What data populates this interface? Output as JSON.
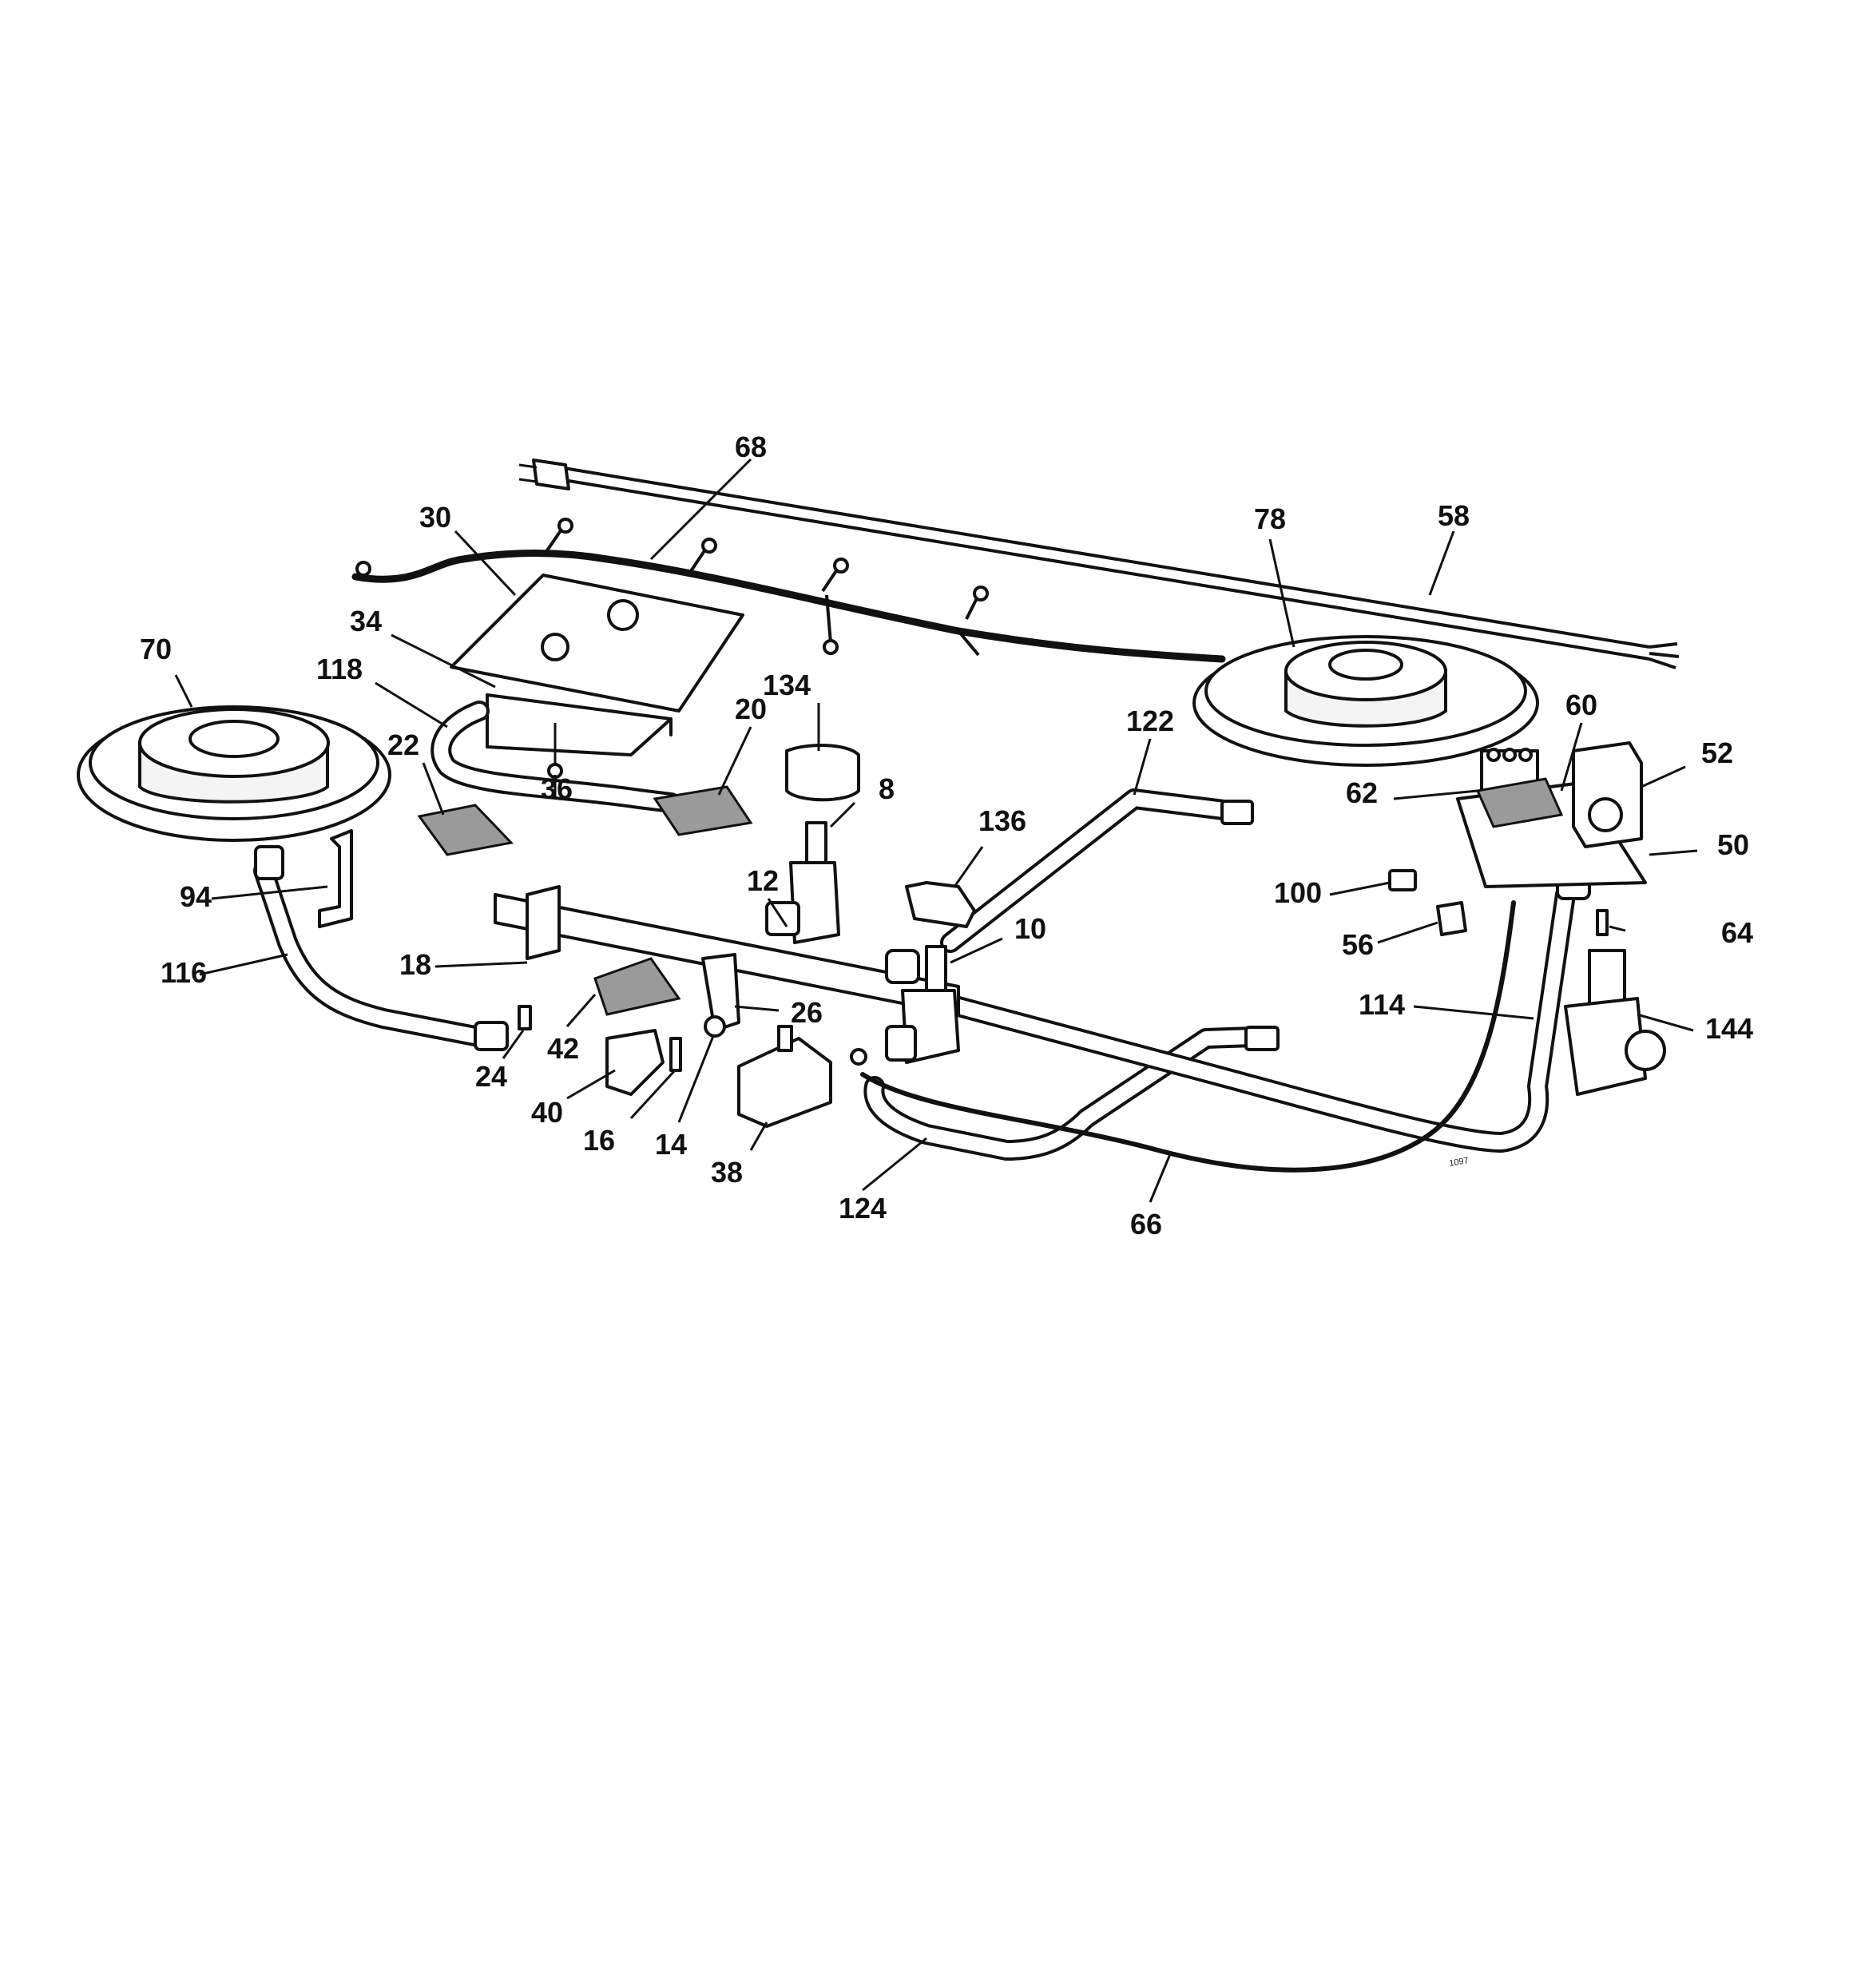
{
  "diagram": {
    "type": "exploded-parts-diagram",
    "line_color": "#111111",
    "background": "#ffffff",
    "stamp": "1097",
    "callouts": [
      {
        "label": "68",
        "name": "callout-68"
      },
      {
        "label": "30",
        "name": "callout-30"
      },
      {
        "label": "78",
        "name": "callout-78"
      },
      {
        "label": "58",
        "name": "callout-58"
      },
      {
        "label": "34",
        "name": "callout-34"
      },
      {
        "label": "70",
        "name": "callout-70"
      },
      {
        "label": "118",
        "name": "callout-118"
      },
      {
        "label": "134",
        "name": "callout-134"
      },
      {
        "label": "20",
        "name": "callout-20"
      },
      {
        "label": "122",
        "name": "callout-122"
      },
      {
        "label": "60",
        "name": "callout-60"
      },
      {
        "label": "22",
        "name": "callout-22"
      },
      {
        "label": "36",
        "name": "callout-36"
      },
      {
        "label": "8",
        "name": "callout-8"
      },
      {
        "label": "52",
        "name": "callout-52"
      },
      {
        "label": "62",
        "name": "callout-62"
      },
      {
        "label": "136",
        "name": "callout-136"
      },
      {
        "label": "50",
        "name": "callout-50"
      },
      {
        "label": "94",
        "name": "callout-94"
      },
      {
        "label": "12",
        "name": "callout-12"
      },
      {
        "label": "100",
        "name": "callout-100"
      },
      {
        "label": "10",
        "name": "callout-10"
      },
      {
        "label": "64",
        "name": "callout-64"
      },
      {
        "label": "56",
        "name": "callout-56"
      },
      {
        "label": "116",
        "name": "callout-116"
      },
      {
        "label": "18",
        "name": "callout-18"
      },
      {
        "label": "26",
        "name": "callout-26"
      },
      {
        "label": "114",
        "name": "callout-114"
      },
      {
        "label": "144",
        "name": "callout-144"
      },
      {
        "label": "42",
        "name": "callout-42"
      },
      {
        "label": "24",
        "name": "callout-24"
      },
      {
        "label": "40",
        "name": "callout-40"
      },
      {
        "label": "16",
        "name": "callout-16"
      },
      {
        "label": "14",
        "name": "callout-14"
      },
      {
        "label": "38",
        "name": "callout-38"
      },
      {
        "label": "124",
        "name": "callout-124"
      },
      {
        "label": "66",
        "name": "callout-66"
      }
    ]
  }
}
